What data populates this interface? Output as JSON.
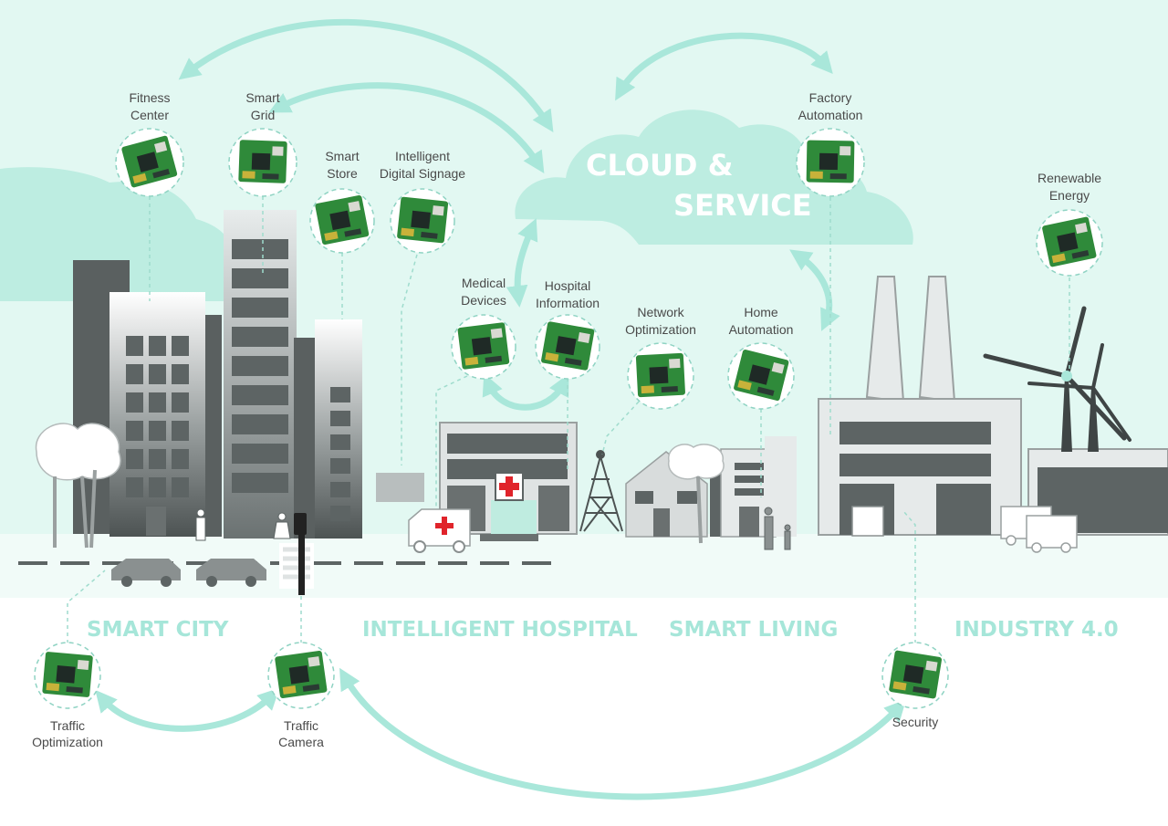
{
  "cloud": {
    "line1": "CLOUD &",
    "line2": "SERVICE"
  },
  "zones": {
    "smart_city": "SMART CITY",
    "intelligent_hospital": "INTELLIGENT HOSPITAL",
    "smart_living": "SMART LIVING",
    "industry": "INDUSTRY 4.0"
  },
  "modules": {
    "fitness_center": {
      "line1": "Fitness",
      "line2": "Center"
    },
    "smart_grid": {
      "line1": "Smart",
      "line2": "Grid"
    },
    "smart_store": {
      "line1": "Smart",
      "line2": "Store"
    },
    "digital_signage": {
      "line1": "Intelligent",
      "line2": "Digital Signage"
    },
    "medical_devices": {
      "line1": "Medical",
      "line2": "Devices"
    },
    "hospital_information": {
      "line1": "Hospital",
      "line2": "Information"
    },
    "network_optimization": {
      "line1": "Network",
      "line2": "Optimization"
    },
    "home_automation": {
      "line1": "Home",
      "line2": "Automation"
    },
    "factory_automation": {
      "line1": "Factory",
      "line2": "Automation"
    },
    "renewable_energy": {
      "line1": "Renewable",
      "line2": "Energy"
    },
    "traffic_optimization": {
      "line1": "Traffic",
      "line2": "Optimization"
    },
    "traffic_camera": {
      "line1": "Traffic",
      "line2": "Camera"
    },
    "security": {
      "line1": "Security"
    }
  },
  "colors": {
    "background_mint": "#e2f8f2",
    "cloud": "#bdede1",
    "accent_mint": "#a9e7da",
    "building_dark": "#5a6060",
    "medical_red": "#e0242b",
    "board_green": "#2f8a3a"
  }
}
